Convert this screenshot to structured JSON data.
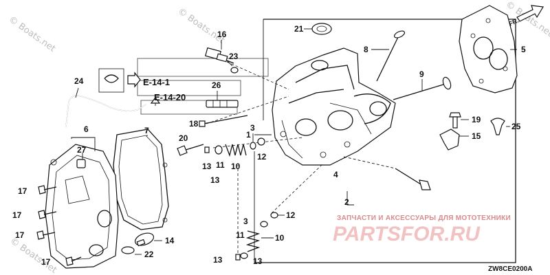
{
  "watermarks": {
    "top_left": "© Boats.net",
    "top_center": "© Boats.net",
    "top_right": "© Boats.net",
    "bottom_left": "© Boats.net"
  },
  "references": {
    "ref_a": "E-14-1",
    "ref_b": "E-14-20"
  },
  "direction_label": "FR.",
  "diagram_code": "ZW8CE0200A",
  "brand": {
    "tagline": "ЗАПЧАСТИ И АКСЕССУАРЫ ДЛЯ МОТОТЕХНИКИ",
    "logo": "PARTSFOR.RU"
  },
  "callouts": {
    "c1": "1",
    "c2": "2",
    "c3": "3",
    "c3b": "3",
    "c4": "4",
    "c5": "5",
    "c6": "6",
    "c7": "7",
    "c8": "8",
    "c9": "9",
    "c10": "10",
    "c10b": "10",
    "c11": "11",
    "c11b": "11",
    "c12": "12",
    "c12b": "12",
    "c13a": "13",
    "c13b": "13",
    "c13c": "13",
    "c13d": "13",
    "c14": "14",
    "c15": "15",
    "c16": "16",
    "c17a": "17",
    "c17b": "17",
    "c17c": "17",
    "c17d": "17",
    "c18": "18",
    "c19": "19",
    "c20": "20",
    "c21": "21",
    "c22": "22",
    "c23": "23",
    "c24": "24",
    "c25": "25",
    "c26": "26",
    "c27": "27"
  }
}
